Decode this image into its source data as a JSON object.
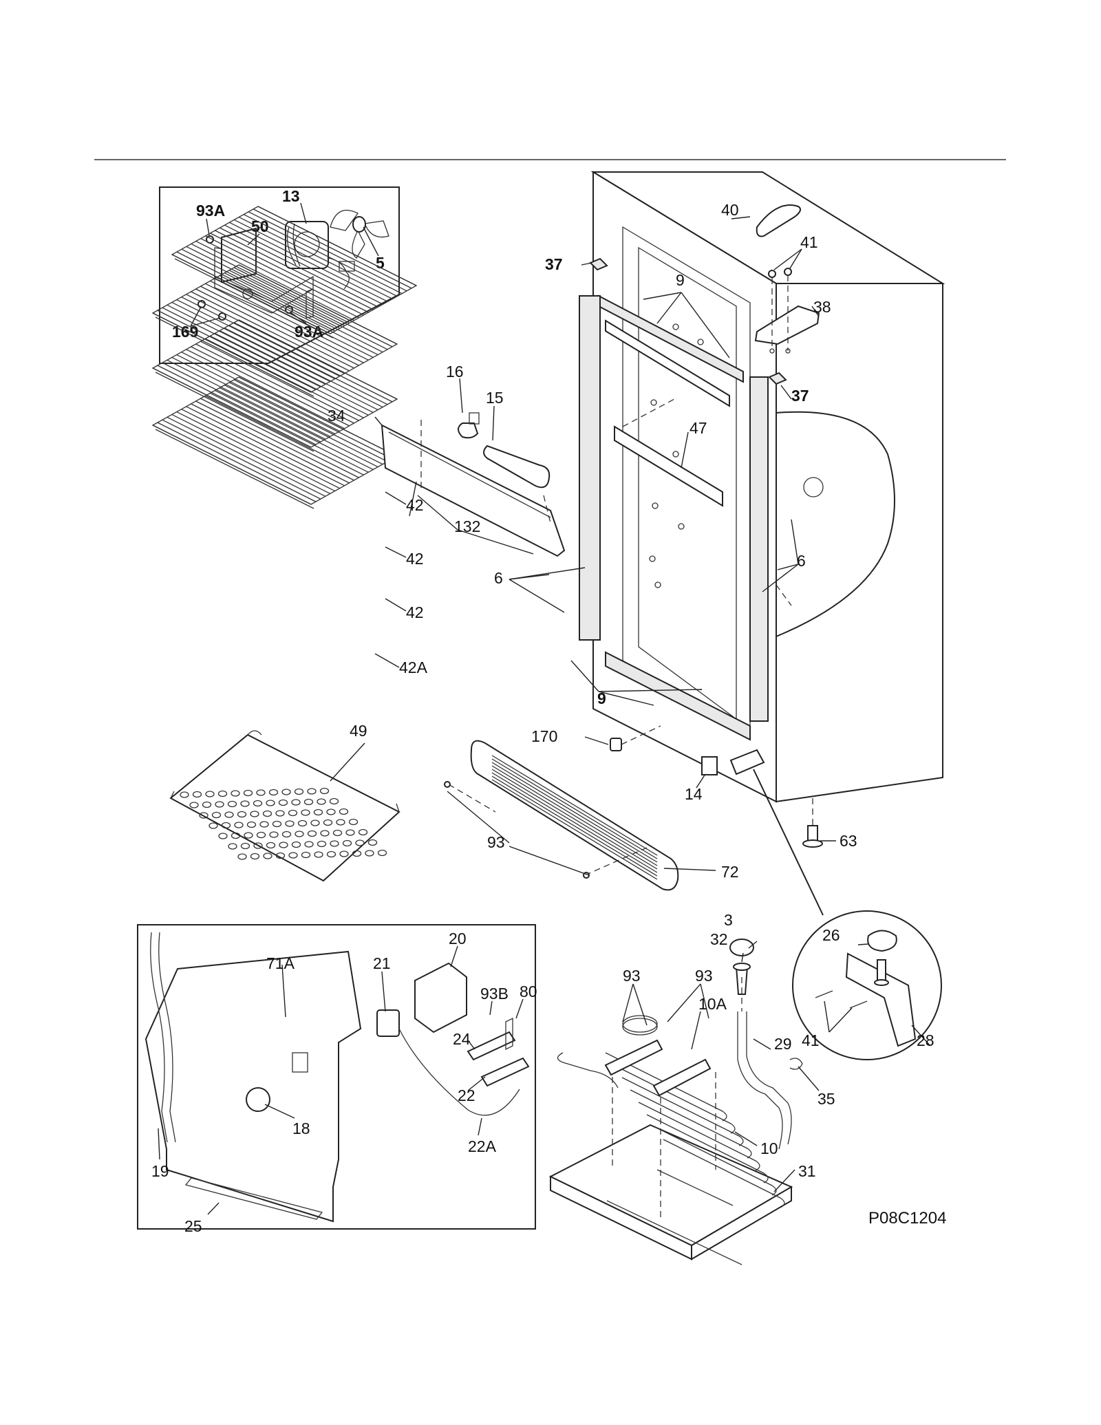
{
  "diagram_code": "P08C1204",
  "callouts": {
    "c13": "13",
    "c50": "50",
    "c93a_top": "93A",
    "c5": "5",
    "c169": "169",
    "c93a_bot": "93A",
    "c40": "40",
    "c41_top": "41",
    "c37_top": "37",
    "c9_top": "9",
    "c38": "38",
    "c37_right": "37",
    "c16": "16",
    "c15": "15",
    "c34": "34",
    "c47": "47",
    "c42a": "42",
    "c42b": "42",
    "c42c": "42",
    "c42A": "42A",
    "c132": "132",
    "c6_left": "6",
    "c6_right": "6",
    "c9_bot": "9",
    "c49": "49",
    "c170": "170",
    "c14": "14",
    "c63": "63",
    "c93_mid": "93",
    "c72": "72",
    "c71A": "71A",
    "c21": "21",
    "c20": "20",
    "c93B": "93B",
    "c80": "80",
    "c24": "24",
    "c22": "22",
    "c18": "18",
    "c22A": "22A",
    "c19": "19",
    "c25": "25",
    "c3": "3",
    "c32": "32",
    "c93_l": "93",
    "c93_r": "93",
    "c10A": "10A",
    "c29": "29",
    "c35": "35",
    "c10": "10",
    "c31": "31",
    "c26": "26",
    "c41_det": "41",
    "c28": "28"
  }
}
